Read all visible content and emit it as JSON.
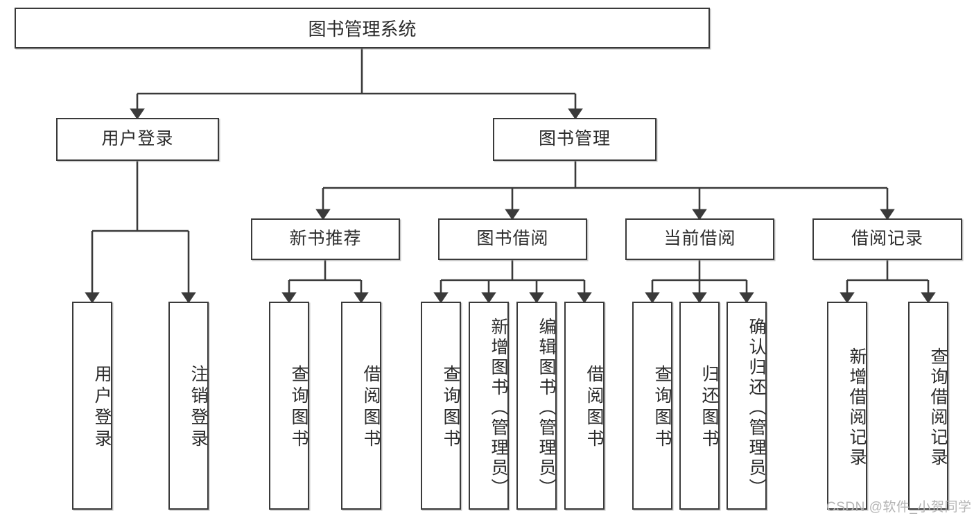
{
  "diagram": {
    "title": "图书管理系统",
    "type": "hierarchy-tree",
    "watermark": "CSDN @软件_小贺同学",
    "colors": {
      "stroke": "#3a3a3a",
      "fill": "#ffffff",
      "text": "#2b2b2b",
      "watermark": "#b4b4b4"
    },
    "nodes": {
      "root": {
        "label": "图书管理系统"
      },
      "level2": [
        {
          "id": "user-login",
          "label": "用户登录"
        },
        {
          "id": "book-manage",
          "label": "图书管理"
        }
      ],
      "level3": [
        {
          "id": "new-book-recommend",
          "label": "新书推荐"
        },
        {
          "id": "book-borrow",
          "label": "图书借阅"
        },
        {
          "id": "current-borrow",
          "label": "当前借阅"
        },
        {
          "id": "borrow-record",
          "label": "借阅记录"
        }
      ],
      "leaves": {
        "user_login": [
          {
            "id": "leaf-user-login",
            "label": "用户登录"
          },
          {
            "id": "leaf-logout-login",
            "label": "注销登录"
          }
        ],
        "new_book_recommend": [
          {
            "id": "leaf-query-book-1",
            "label": "查询图书"
          },
          {
            "id": "leaf-borrow-book-1",
            "label": "借阅图书"
          }
        ],
        "book_borrow": [
          {
            "id": "leaf-query-book-2",
            "label": "查询图书"
          },
          {
            "id": "leaf-add-book",
            "label": "新增图书（管理员）"
          },
          {
            "id": "leaf-edit-book",
            "label": "编辑图书（管理员）"
          },
          {
            "id": "leaf-borrow-book-2",
            "label": "借阅图书"
          }
        ],
        "current_borrow": [
          {
            "id": "leaf-query-book-3",
            "label": "查询图书"
          },
          {
            "id": "leaf-return-book",
            "label": "归还图书"
          },
          {
            "id": "leaf-confirm-return",
            "label": "确认归还（管理员）"
          }
        ],
        "borrow_record": [
          {
            "id": "leaf-add-borrow-record",
            "label": "新增借阅记录"
          },
          {
            "id": "leaf-query-borrow-record",
            "label": "查询借阅记录"
          }
        ]
      }
    }
  }
}
